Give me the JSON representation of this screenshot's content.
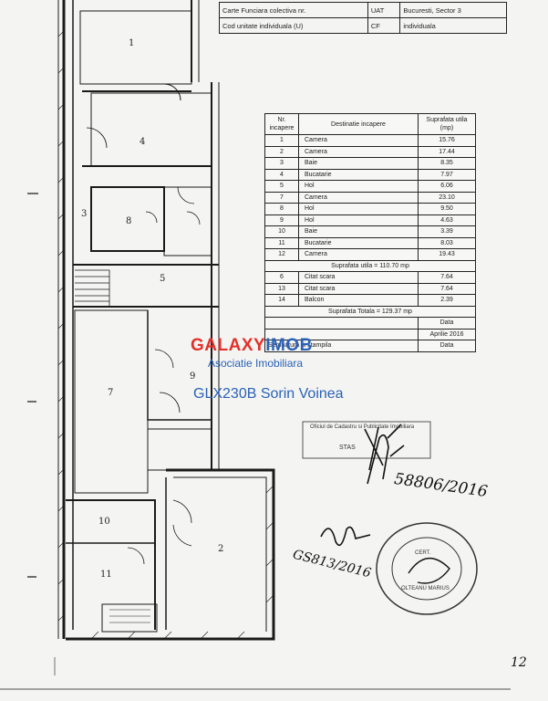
{
  "header": {
    "cartea_funciara": "Carte Funciara colectiva nr.",
    "cod_unitate": "Cod unitate individuala (U)",
    "uat_label": "UAT",
    "uat_value": "Bucuresti, Sector 3",
    "cf_label": "CF",
    "cf_value": "individuala"
  },
  "room_table": {
    "col_nr": "Nr. incapere",
    "col_destinatie": "Destinatie incapere",
    "col_suprafata": "Suprafata utila (mp)",
    "rows": [
      {
        "nr": "1",
        "name": "Camera",
        "area": "15.76"
      },
      {
        "nr": "2",
        "name": "Camera",
        "area": "17.44"
      },
      {
        "nr": "3",
        "name": "Baie",
        "area": "8.35"
      },
      {
        "nr": "4",
        "name": "Bucatarie",
        "area": "7.97"
      },
      {
        "nr": "5",
        "name": "Hol",
        "area": "6.06"
      },
      {
        "nr": "7",
        "name": "Camera",
        "area": "23.10"
      },
      {
        "nr": "8",
        "name": "Hol",
        "area": "9.50"
      },
      {
        "nr": "9",
        "name": "Hol",
        "area": "4.63"
      },
      {
        "nr": "10",
        "name": "Baie",
        "area": "3.39"
      },
      {
        "nr": "11",
        "name": "Bucatarie",
        "area": "8.03"
      },
      {
        "nr": "12",
        "name": "Camera",
        "area": "19.43"
      }
    ],
    "surface_utila": "Suprafata utila = 110.70 mp",
    "extra_rows": [
      {
        "nr": "6",
        "name": "Citat scara",
        "area": "7.64"
      },
      {
        "nr": "13",
        "name": "Citat scara",
        "area": "7.64"
      },
      {
        "nr": "14",
        "name": "Balcon",
        "area": "2.39"
      }
    ],
    "surface_totala": "Suprafata Totala = 129.37 mp",
    "footer_1": "Data",
    "footer_2": "Aprilie 2016",
    "footer_3_label": "Semnatura si stampila",
    "footer_3_value": "Data"
  },
  "watermark": {
    "brand_left": "GALAXY",
    "brand_right": "IMOB",
    "subtitle": "Asociatie Imobiliara",
    "agent": "GLX230B Sorin Voinea"
  },
  "stamps": {
    "oficiu_line1": "Oficiul de Cadastru si Publicitate Imobiliara",
    "oficiu_line2": "STAS",
    "round_line1": "CERT.",
    "round_line2": "OLTEANU MARIUS"
  },
  "handwriting": {
    "number_1": "58806/2016",
    "number_2": "GS813/2016",
    "page_number": "12"
  },
  "room_labels": [
    "1",
    "4",
    "3",
    "7",
    "9",
    "8",
    "2",
    "10",
    "11",
    "5"
  ]
}
